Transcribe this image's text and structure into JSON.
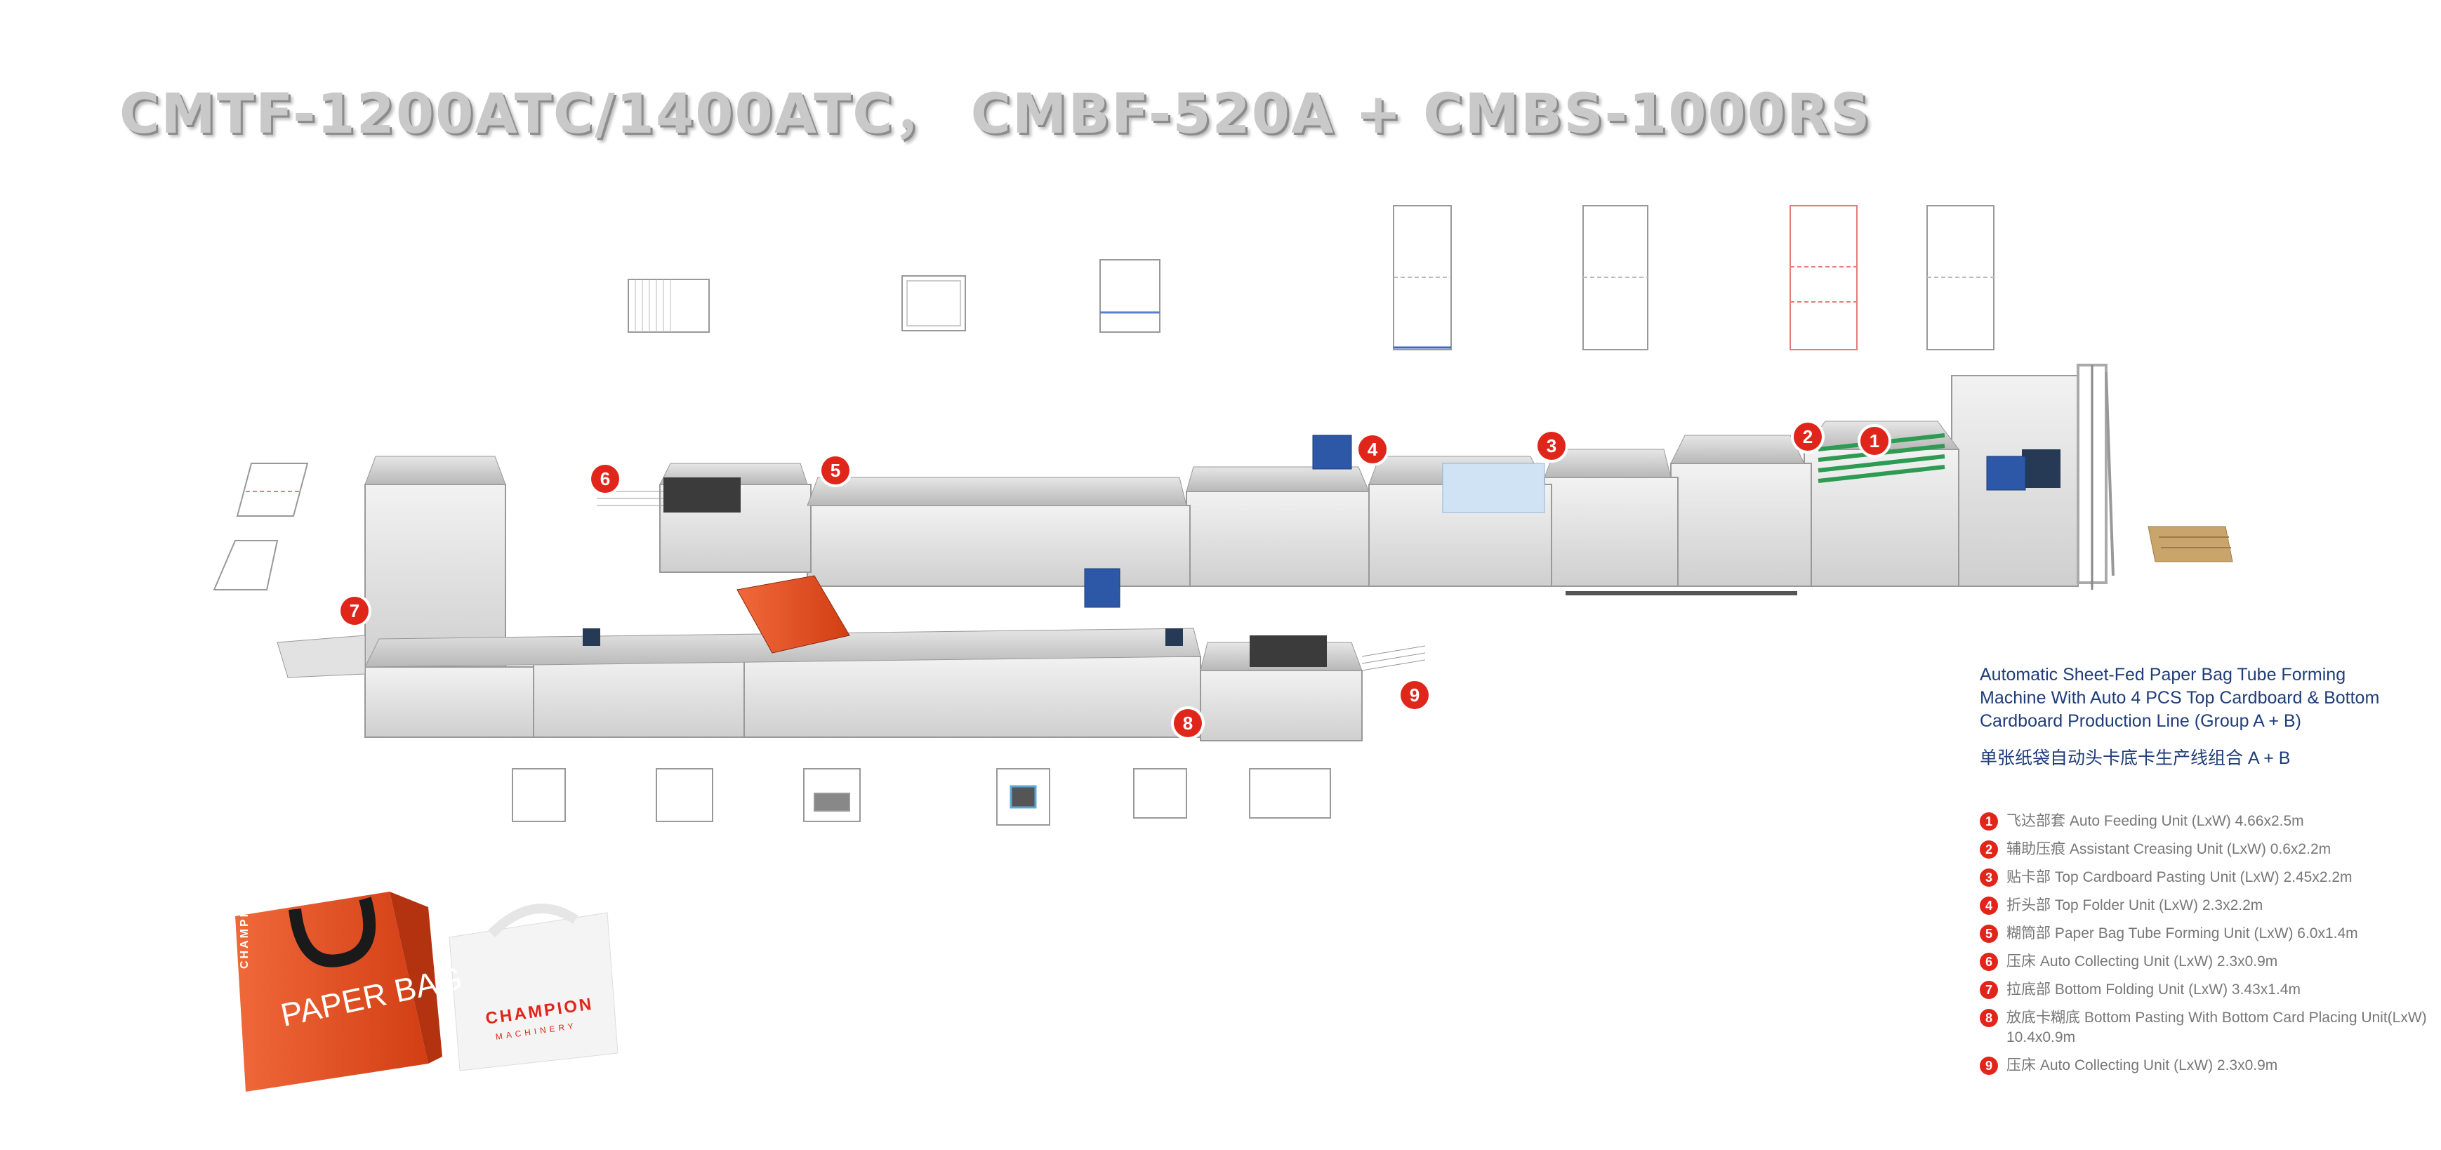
{
  "title": "CMTF-1200ATC/1400ATC， CMBF-520A + CMBS-1000RS",
  "description_en": "Automatic Sheet-Fed Paper Bag Tube Forming Machine With Auto 4 PCS Top Cardboard & Bottom Cardboard Production Line (Group A + B)",
  "description_zh": "单张纸袋自动头卡底卡生产线组合 A + B",
  "units": [
    {
      "number": "1",
      "text": "飞达部套 Auto Feeding Unit (LxW) 4.66x2.5m"
    },
    {
      "number": "2",
      "text": "辅助压痕 Assistant Creasing Unit (LxW) 0.6x2.2m"
    },
    {
      "number": "3",
      "text": "贴卡部 Top Cardboard Pasting Unit (LxW) 2.45x2.2m"
    },
    {
      "number": "4",
      "text": "折头部 Top Folder Unit (LxW) 2.3x2.2m"
    },
    {
      "number": "5",
      "text": "糊筒部 Paper Bag Tube Forming Unit (LxW) 6.0x1.4m"
    },
    {
      "number": "6",
      "text": "压床 Auto Collecting Unit (LxW) 2.3x0.9m"
    },
    {
      "number": "7",
      "text": "拉底部 Bottom Folding Unit (LxW) 3.43x1.4m"
    },
    {
      "number": "8",
      "text": "放底卡糊底 Bottom Pasting With Bottom Card Placing Unit(LxW) 10.4x0.9m"
    },
    {
      "number": "9",
      "text": "压床 Auto Collecting Unit (LxW) 2.3x0.9m"
    }
  ],
  "callouts": [
    "1",
    "2",
    "3",
    "4",
    "5",
    "6",
    "7",
    "8",
    "9"
  ],
  "bags": {
    "orange_text": "PAPER BAG",
    "orange_brand": "CHAMPION",
    "white_brand": "CHAMPION",
    "white_sub": "MACHINERY"
  },
  "colors": {
    "accent_red": "#e0251b",
    "text_blue": "#1f3d7a",
    "machine_gray": "#dcdcdc"
  }
}
